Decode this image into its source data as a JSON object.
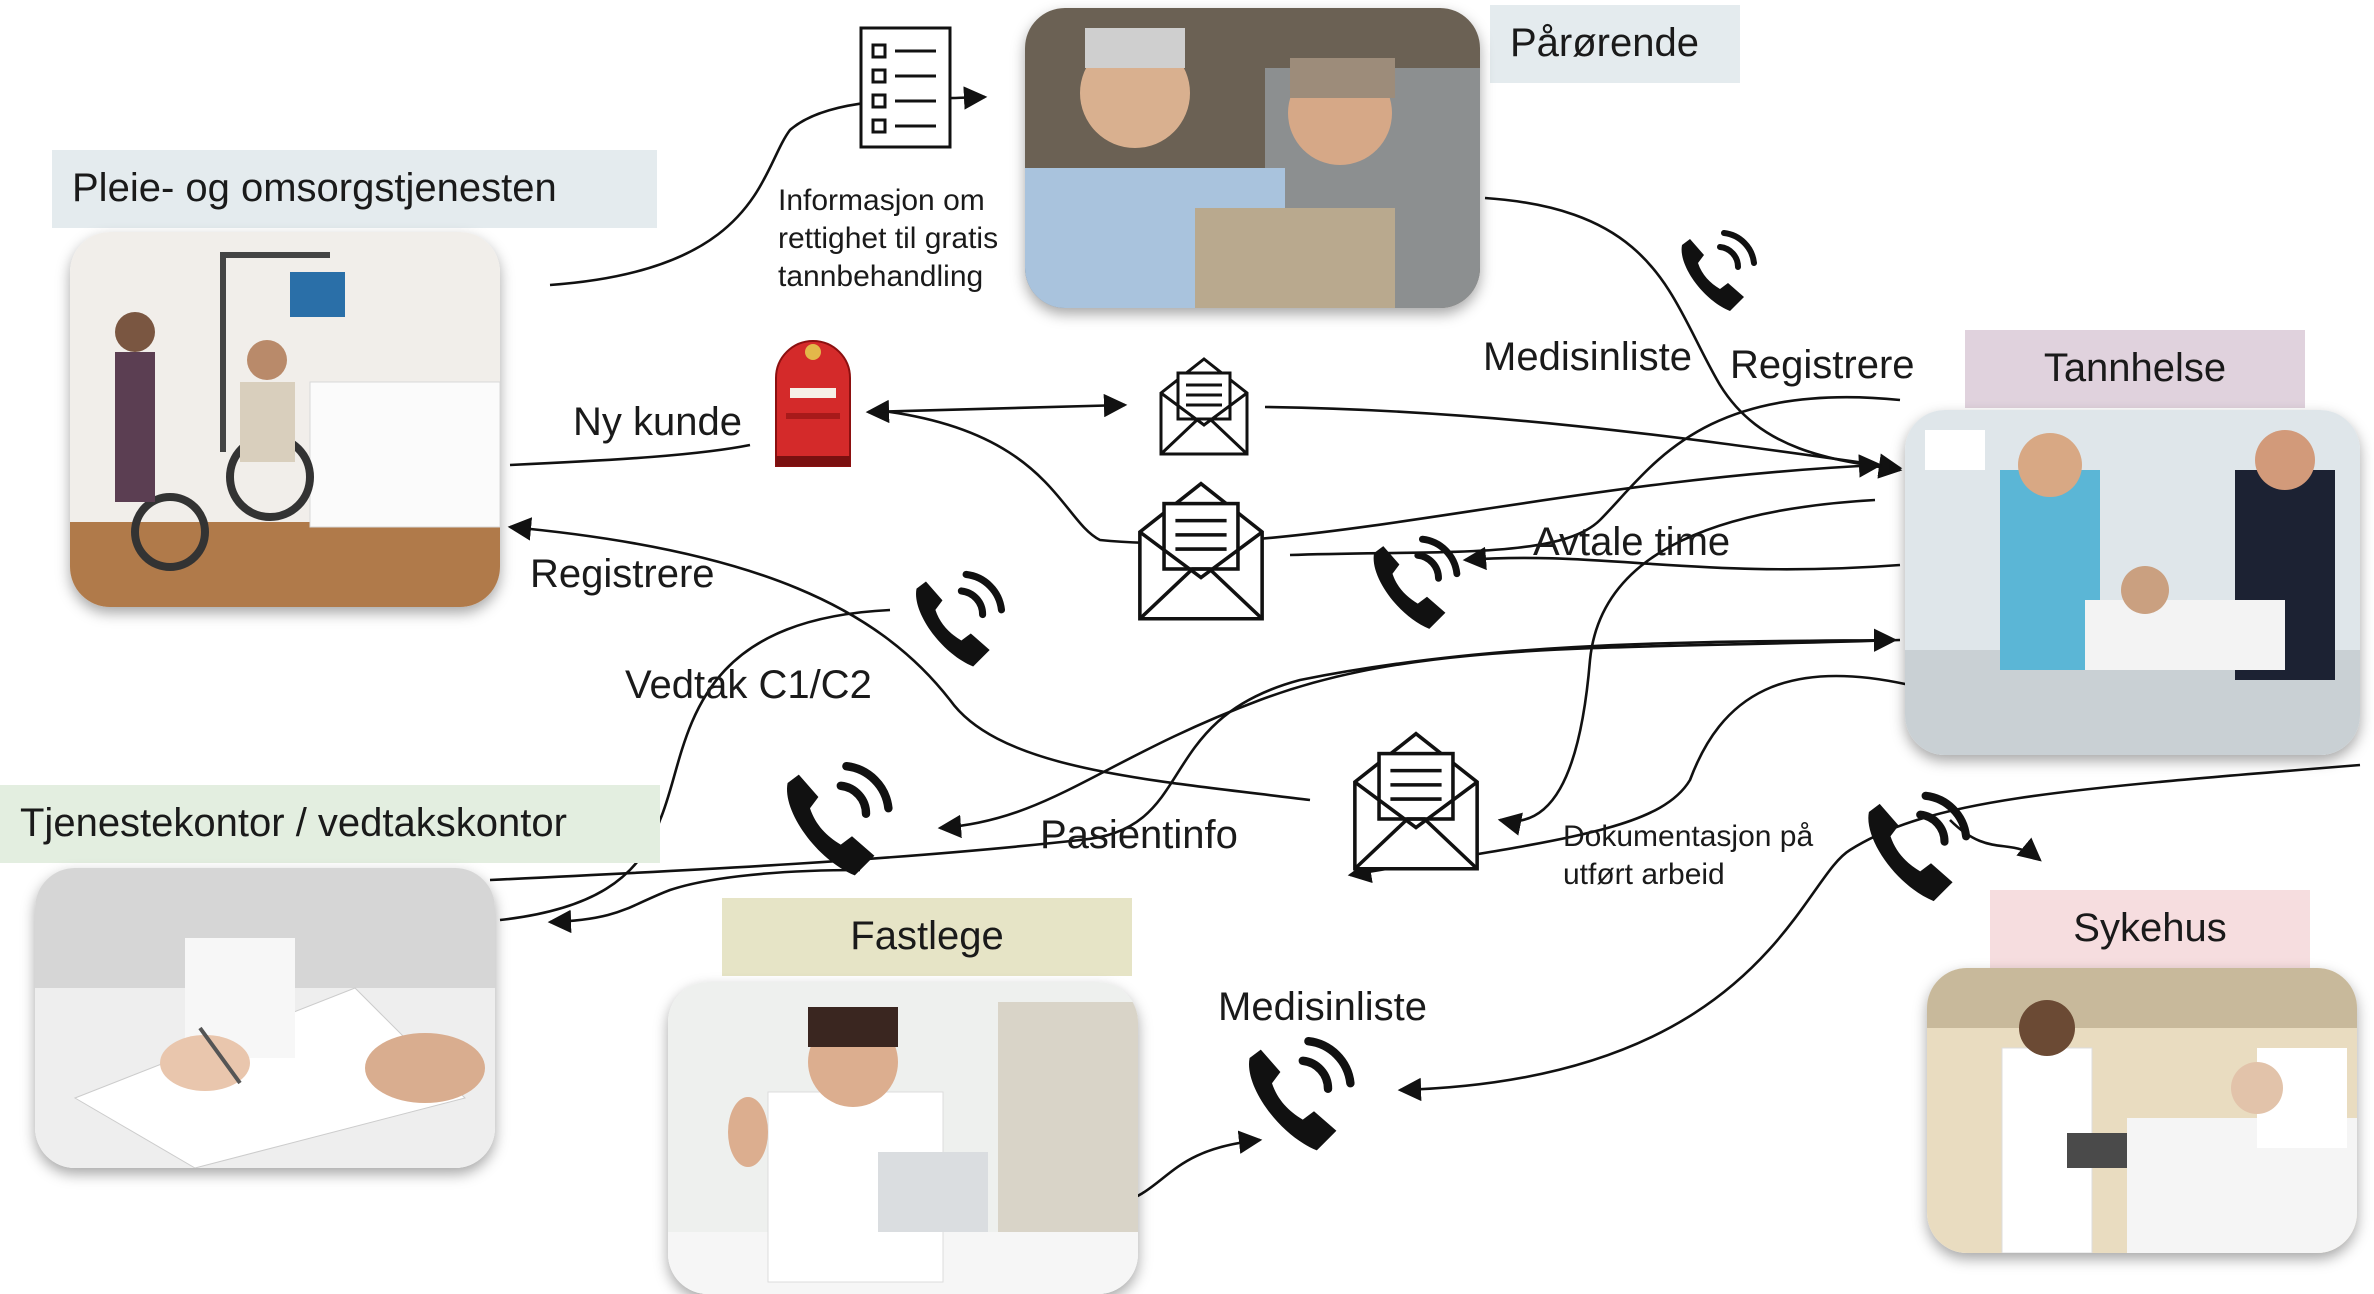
{
  "actors": {
    "pleie": "Pleie- og omsorgstjenesten",
    "parorende": "Pårørende",
    "tannhelse": "Tannhelse",
    "tjenestekontor": "Tjenestekontor / vedtakskontor",
    "fastlege": "Fastlege",
    "sykehus": "Sykehus"
  },
  "flows": {
    "informasjon": [
      "Informasjon om",
      "rettighet til gratis",
      "tannbehandling"
    ],
    "ny_kunde": "Ny kunde",
    "registrere_left": "Registrere",
    "vedtak": "Vedtak C1/C2",
    "medisinliste_top": "Medisinliste",
    "registrere_right": "Registrere",
    "avtale_time": "Avtale time",
    "pasientinfo": "Pasientinfo",
    "dokumentasjon": [
      "Dokumentasjon på",
      "utført arbeid"
    ],
    "medisinliste_bottom": "Medisinliste"
  },
  "colors": {
    "label_grey": "#e4ebee",
    "label_mauve": "#e0d2dd",
    "label_green": "#e3eee0",
    "label_khaki": "#e6e4c6",
    "label_pink": "#f6dddf",
    "mailbox_red": "#d42a2a"
  },
  "icons": [
    "phone-icon",
    "envelope-icon",
    "checklist-icon",
    "mailbox-icon"
  ]
}
